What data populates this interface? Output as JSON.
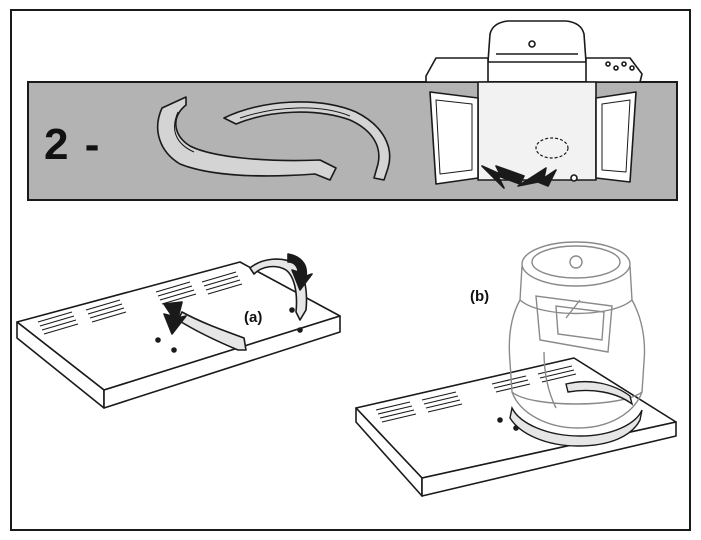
{
  "step": {
    "label": "2 -"
  },
  "labels": {
    "a": "(a)",
    "b": "(b)"
  },
  "colors": {
    "band": "#b3b3b3",
    "line": "#1a1a1a",
    "light_line": "#8a8a8a",
    "paper": "#ffffff"
  }
}
